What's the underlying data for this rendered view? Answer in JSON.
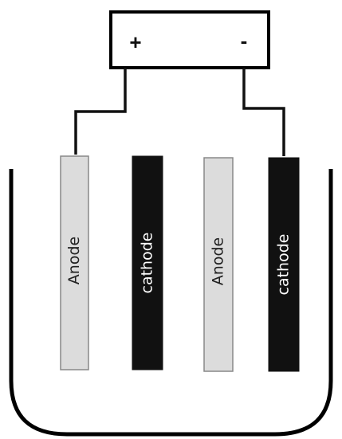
{
  "power_supply": {
    "positive_terminal": "+",
    "negative_terminal": "-"
  },
  "electrodes": [
    {
      "label": "Anode",
      "polarity": "positive",
      "fill": "#dcdcdc",
      "text_color": "#222222"
    },
    {
      "label": "cathode",
      "polarity": "negative",
      "fill": "#111111",
      "text_color": "#ffffff"
    },
    {
      "label": "Anode",
      "polarity": "positive",
      "fill": "#dcdcdc",
      "text_color": "#222222"
    },
    {
      "label": "cathode",
      "polarity": "negative",
      "fill": "#111111",
      "text_color": "#ffffff"
    }
  ],
  "colors": {
    "wire": "#111111",
    "container": "#000000",
    "supply_box": "#000000"
  }
}
